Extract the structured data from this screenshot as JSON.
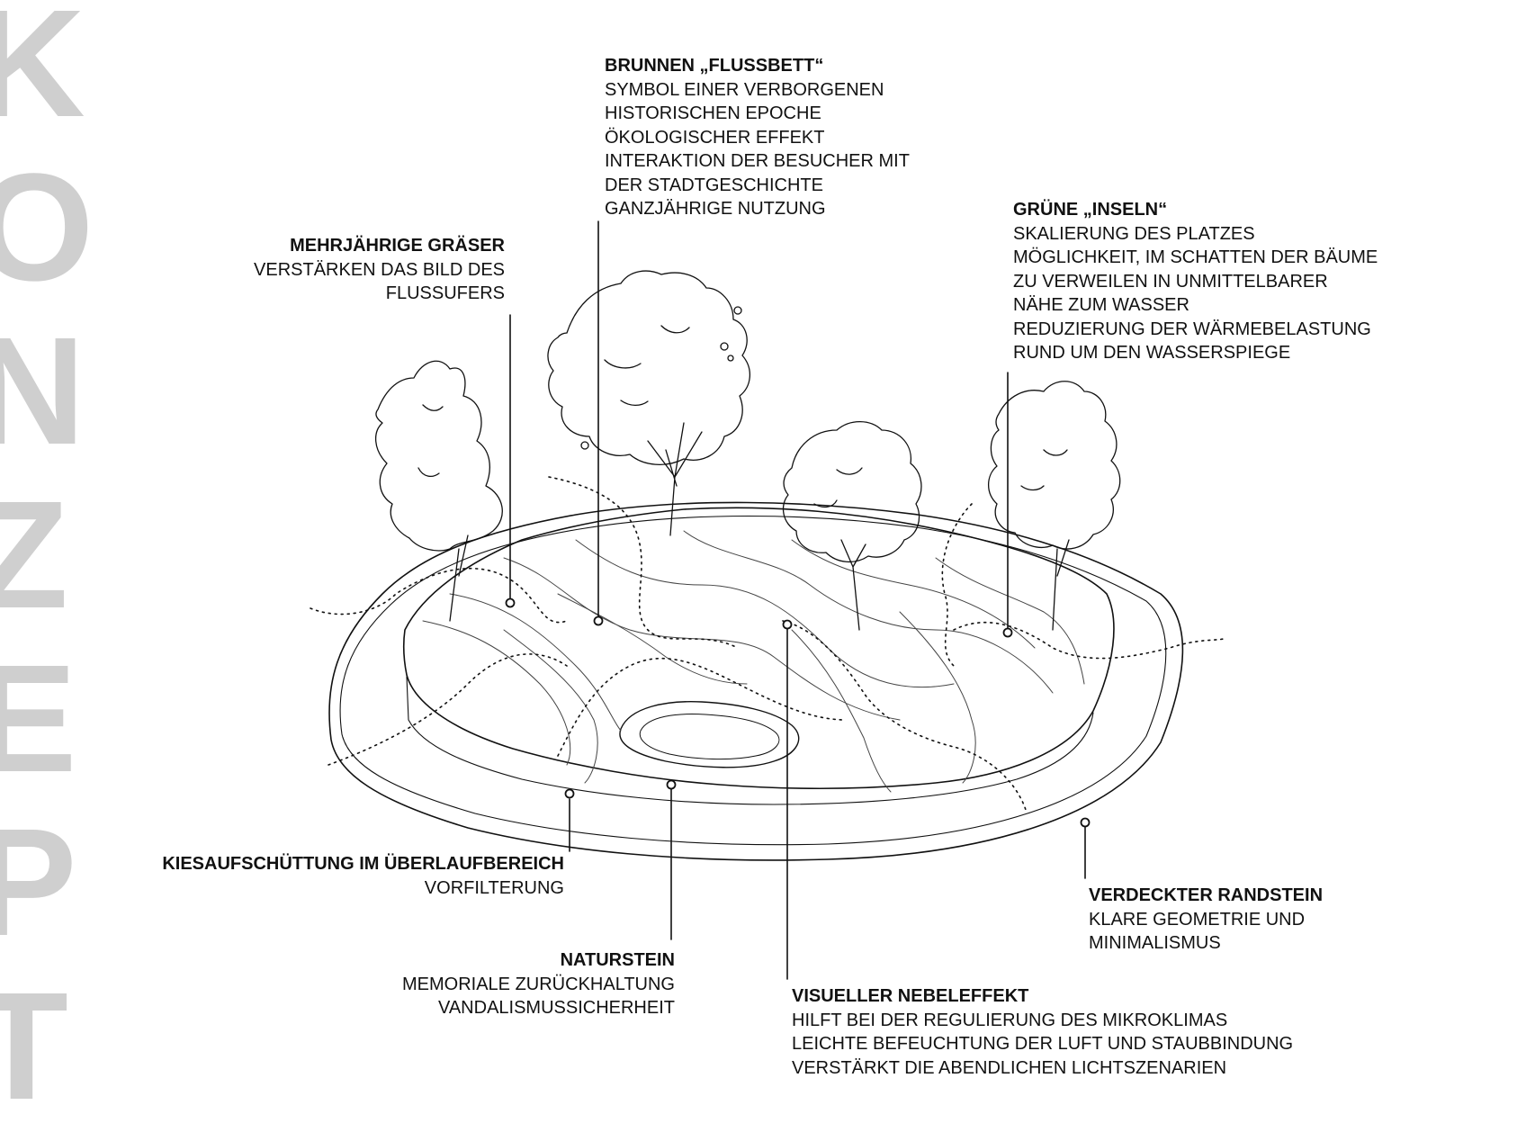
{
  "side_title": [
    "K",
    "O",
    "N",
    "Z",
    "E",
    "P",
    "T"
  ],
  "colors": {
    "side_title": "#cfcfcf",
    "line": "#111111",
    "spellcheck": "#dd2222"
  },
  "labels": {
    "brunnen": {
      "title": "BRUNNEN „FLUSSBETT“",
      "lines": [
        "SYMBOL EINER VERBORGENEN",
        "HISTORISCHEN EPOCHE",
        "ÖKOLOGISCHER EFFEKT",
        "INTERAKTION DER BESUCHER MIT",
        "DER STADTGESCHICHTE",
        "GANZJÄHRIGE NUTZUNG"
      ]
    },
    "graeser": {
      "title": "MEHRJÄHRIGE GRÄSER",
      "lines": [
        "VERSTÄRKEN DAS BILD DES",
        "FLUSSUFERS"
      ]
    },
    "inseln": {
      "title": "GRÜNE „INSELN“",
      "lines": [
        "SKALIERUNG DES PLATZES",
        "MÖGLICHKEIT, IM SCHATTEN DER BÄUME",
        "ZU VERWEILEN IN UNMITTELBARER",
        "NÄHE ZUM WASSER",
        "REDUZIERUNG DER WÄRMEBELASTUNG",
        "RUND UM DEN WASSERSPIEGE"
      ]
    },
    "kies": {
      "title": "KIESAUFSCHÜTTUNG IM ÜBERLAUFBEREICH",
      "lines": [
        "VORFILTERUNG"
      ]
    },
    "randstein": {
      "title": "VERDECKTER RANDSTEIN",
      "lines": [
        "KLARE GEOMETRIE UND",
        "MINIMALISMUS"
      ]
    },
    "naturstein": {
      "title": "NATURSTEIN",
      "lines": [
        "MEMORIALE ZURÜCKHALTUNG",
        "VANDALISMUSSICHERHEIT"
      ]
    },
    "nebel": {
      "title": "VISUELLER NEBELEFFEKT",
      "lines": [
        "HILFT BEI DER REGULIERUNG DES MIKROKLIMAS",
        "LEICHTE BEFEUCHTUNG DER LUFT UND STAUBBINDUNG",
        "VERSTÄRKT DIE ABENDLICHEN LICHTSZENARIEN"
      ]
    }
  }
}
